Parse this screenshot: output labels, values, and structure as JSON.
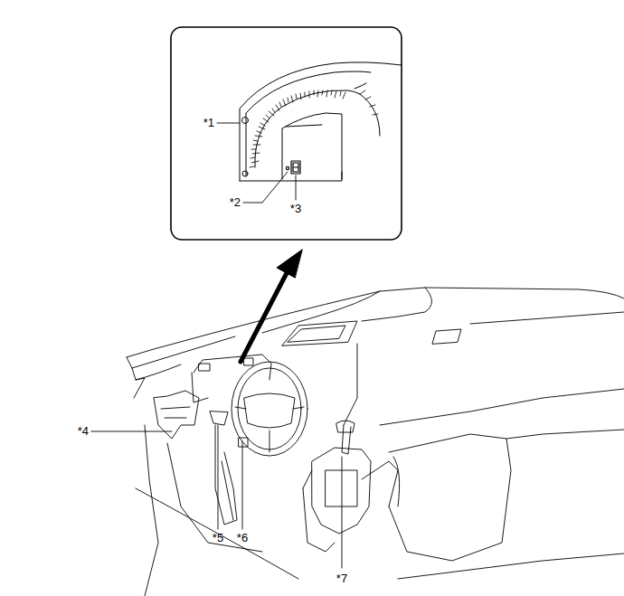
{
  "diagram": {
    "labels": [
      "*1",
      "*2",
      "*3",
      "*4",
      "*5",
      "*6",
      "*7"
    ]
  }
}
